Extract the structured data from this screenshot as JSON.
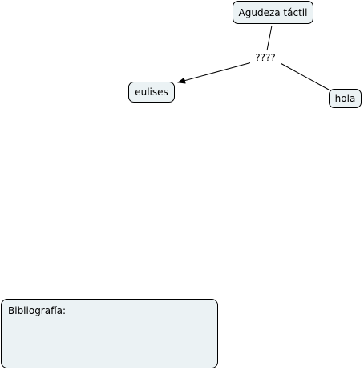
{
  "diagram": {
    "concepts": {
      "agudeza": "Agudeza táctil",
      "eulises": "eulises",
      "hola": "hola"
    },
    "linking_phrase": "????",
    "bibliography_label": "Bibliografía:"
  }
}
